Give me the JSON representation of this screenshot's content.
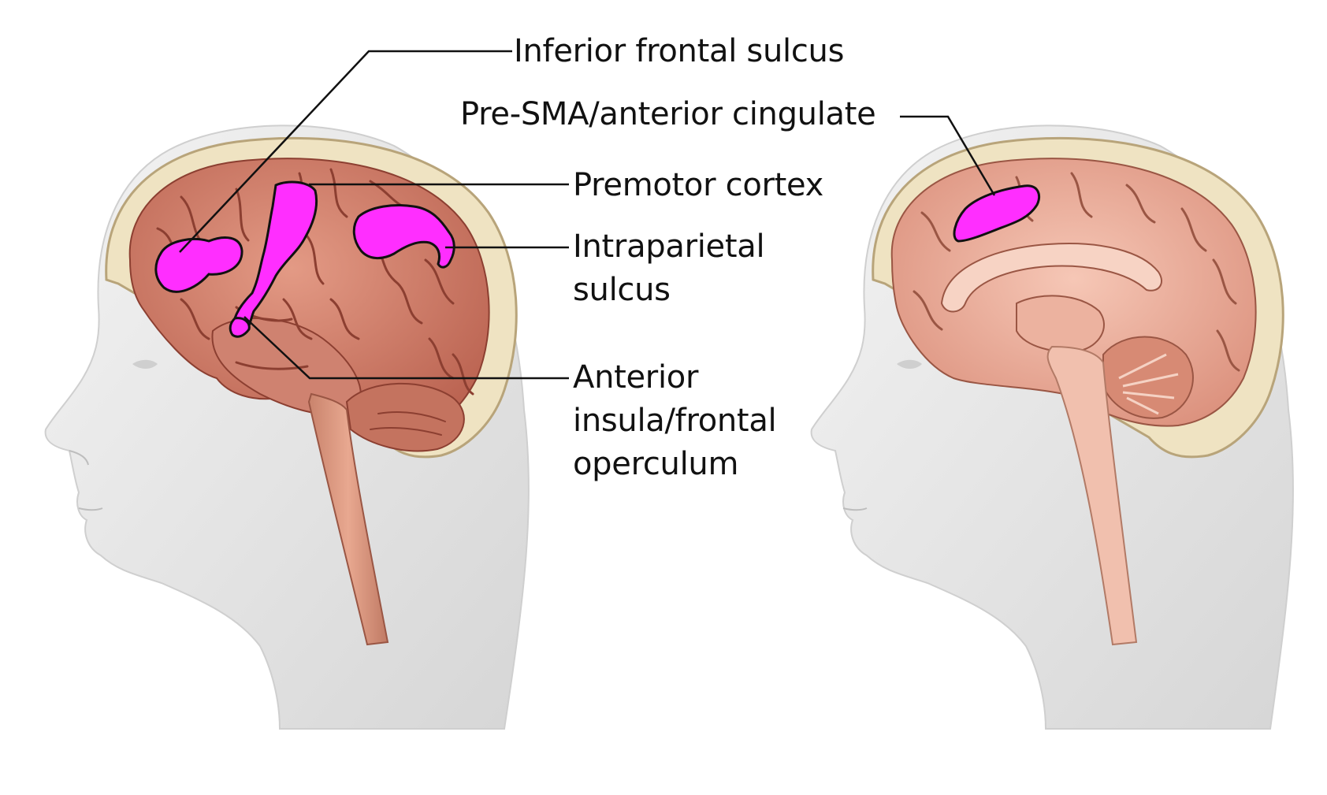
{
  "figure": {
    "left_panel": {
      "view": "lateral brain view",
      "labels": {
        "inferior_frontal_sulcus": "Inferior frontal sulcus",
        "premotor_cortex": "Premotor cortex",
        "intraparietal_sulcus": [
          "Intraparietal",
          "sulcus"
        ],
        "anterior_insula": [
          "Anterior",
          "insula/frontal",
          "operculum"
        ]
      }
    },
    "right_panel": {
      "view": "medial brain view",
      "labels": {
        "pre_sma": "Pre-SMA/anterior cingulate"
      }
    }
  },
  "colors": {
    "highlight": "#ff2eff",
    "cortex": "#d98a76",
    "cortex_medial": "#efb8a6",
    "skull": "#efe3c2",
    "head": "#e4e4e4",
    "leader_line": "#111111"
  }
}
